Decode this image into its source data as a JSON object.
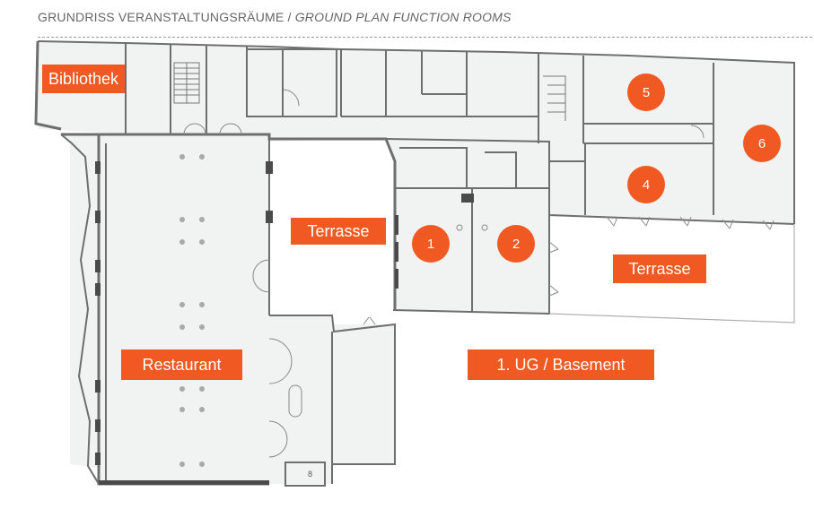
{
  "header": {
    "title_de": "GRUNDRISS VERANSTALTUNGSRÄUME",
    "separator": " / ",
    "title_en": "GROUND PLAN FUNCTION ROOMS"
  },
  "rooms": {
    "bibliothek": "Bibliothek",
    "restaurant": "Restaurant",
    "terrasse_inner": "Terrasse",
    "terrasse_outer": "Terrasse",
    "basement": "1. UG / Basement"
  },
  "badges": [
    "1",
    "2",
    "4",
    "5",
    "6"
  ],
  "misc": {
    "lift_mark": "8"
  },
  "colors": {
    "accent": "#f05a22",
    "wall": "#6e6e6e",
    "floor": "#f1f3f2",
    "header_text": "#666666"
  }
}
